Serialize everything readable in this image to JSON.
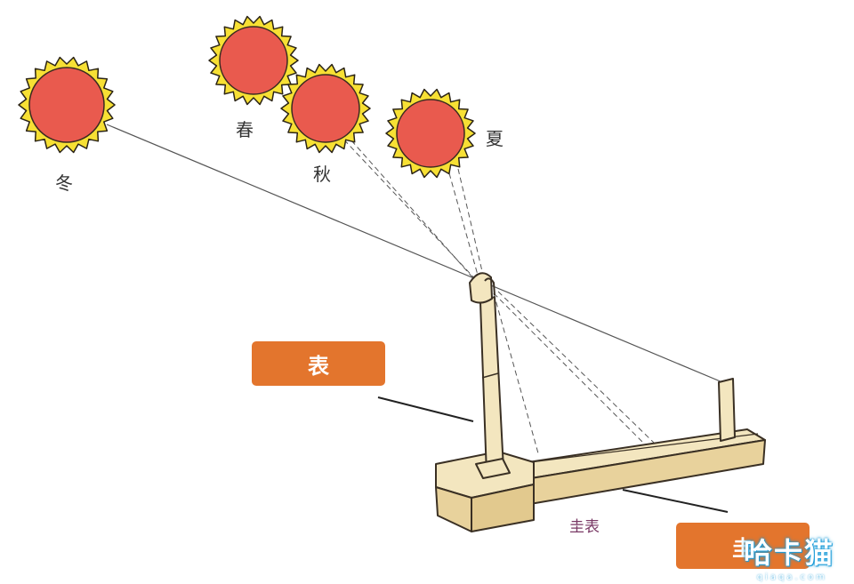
{
  "seasons": {
    "winter": "冬",
    "spring": "春",
    "autumn": "秋",
    "summer": "夏"
  },
  "callouts": {
    "biao": "表",
    "gui": "圭"
  },
  "instrument_label": "圭表",
  "watermark": {
    "main": "哈卡猫",
    "sub": "qiaqa.com"
  },
  "colors": {
    "sun_core": "#e95a4e",
    "sun_rays": "#f7e034",
    "callout": "#e3752d",
    "wood": "#efdfb2"
  }
}
